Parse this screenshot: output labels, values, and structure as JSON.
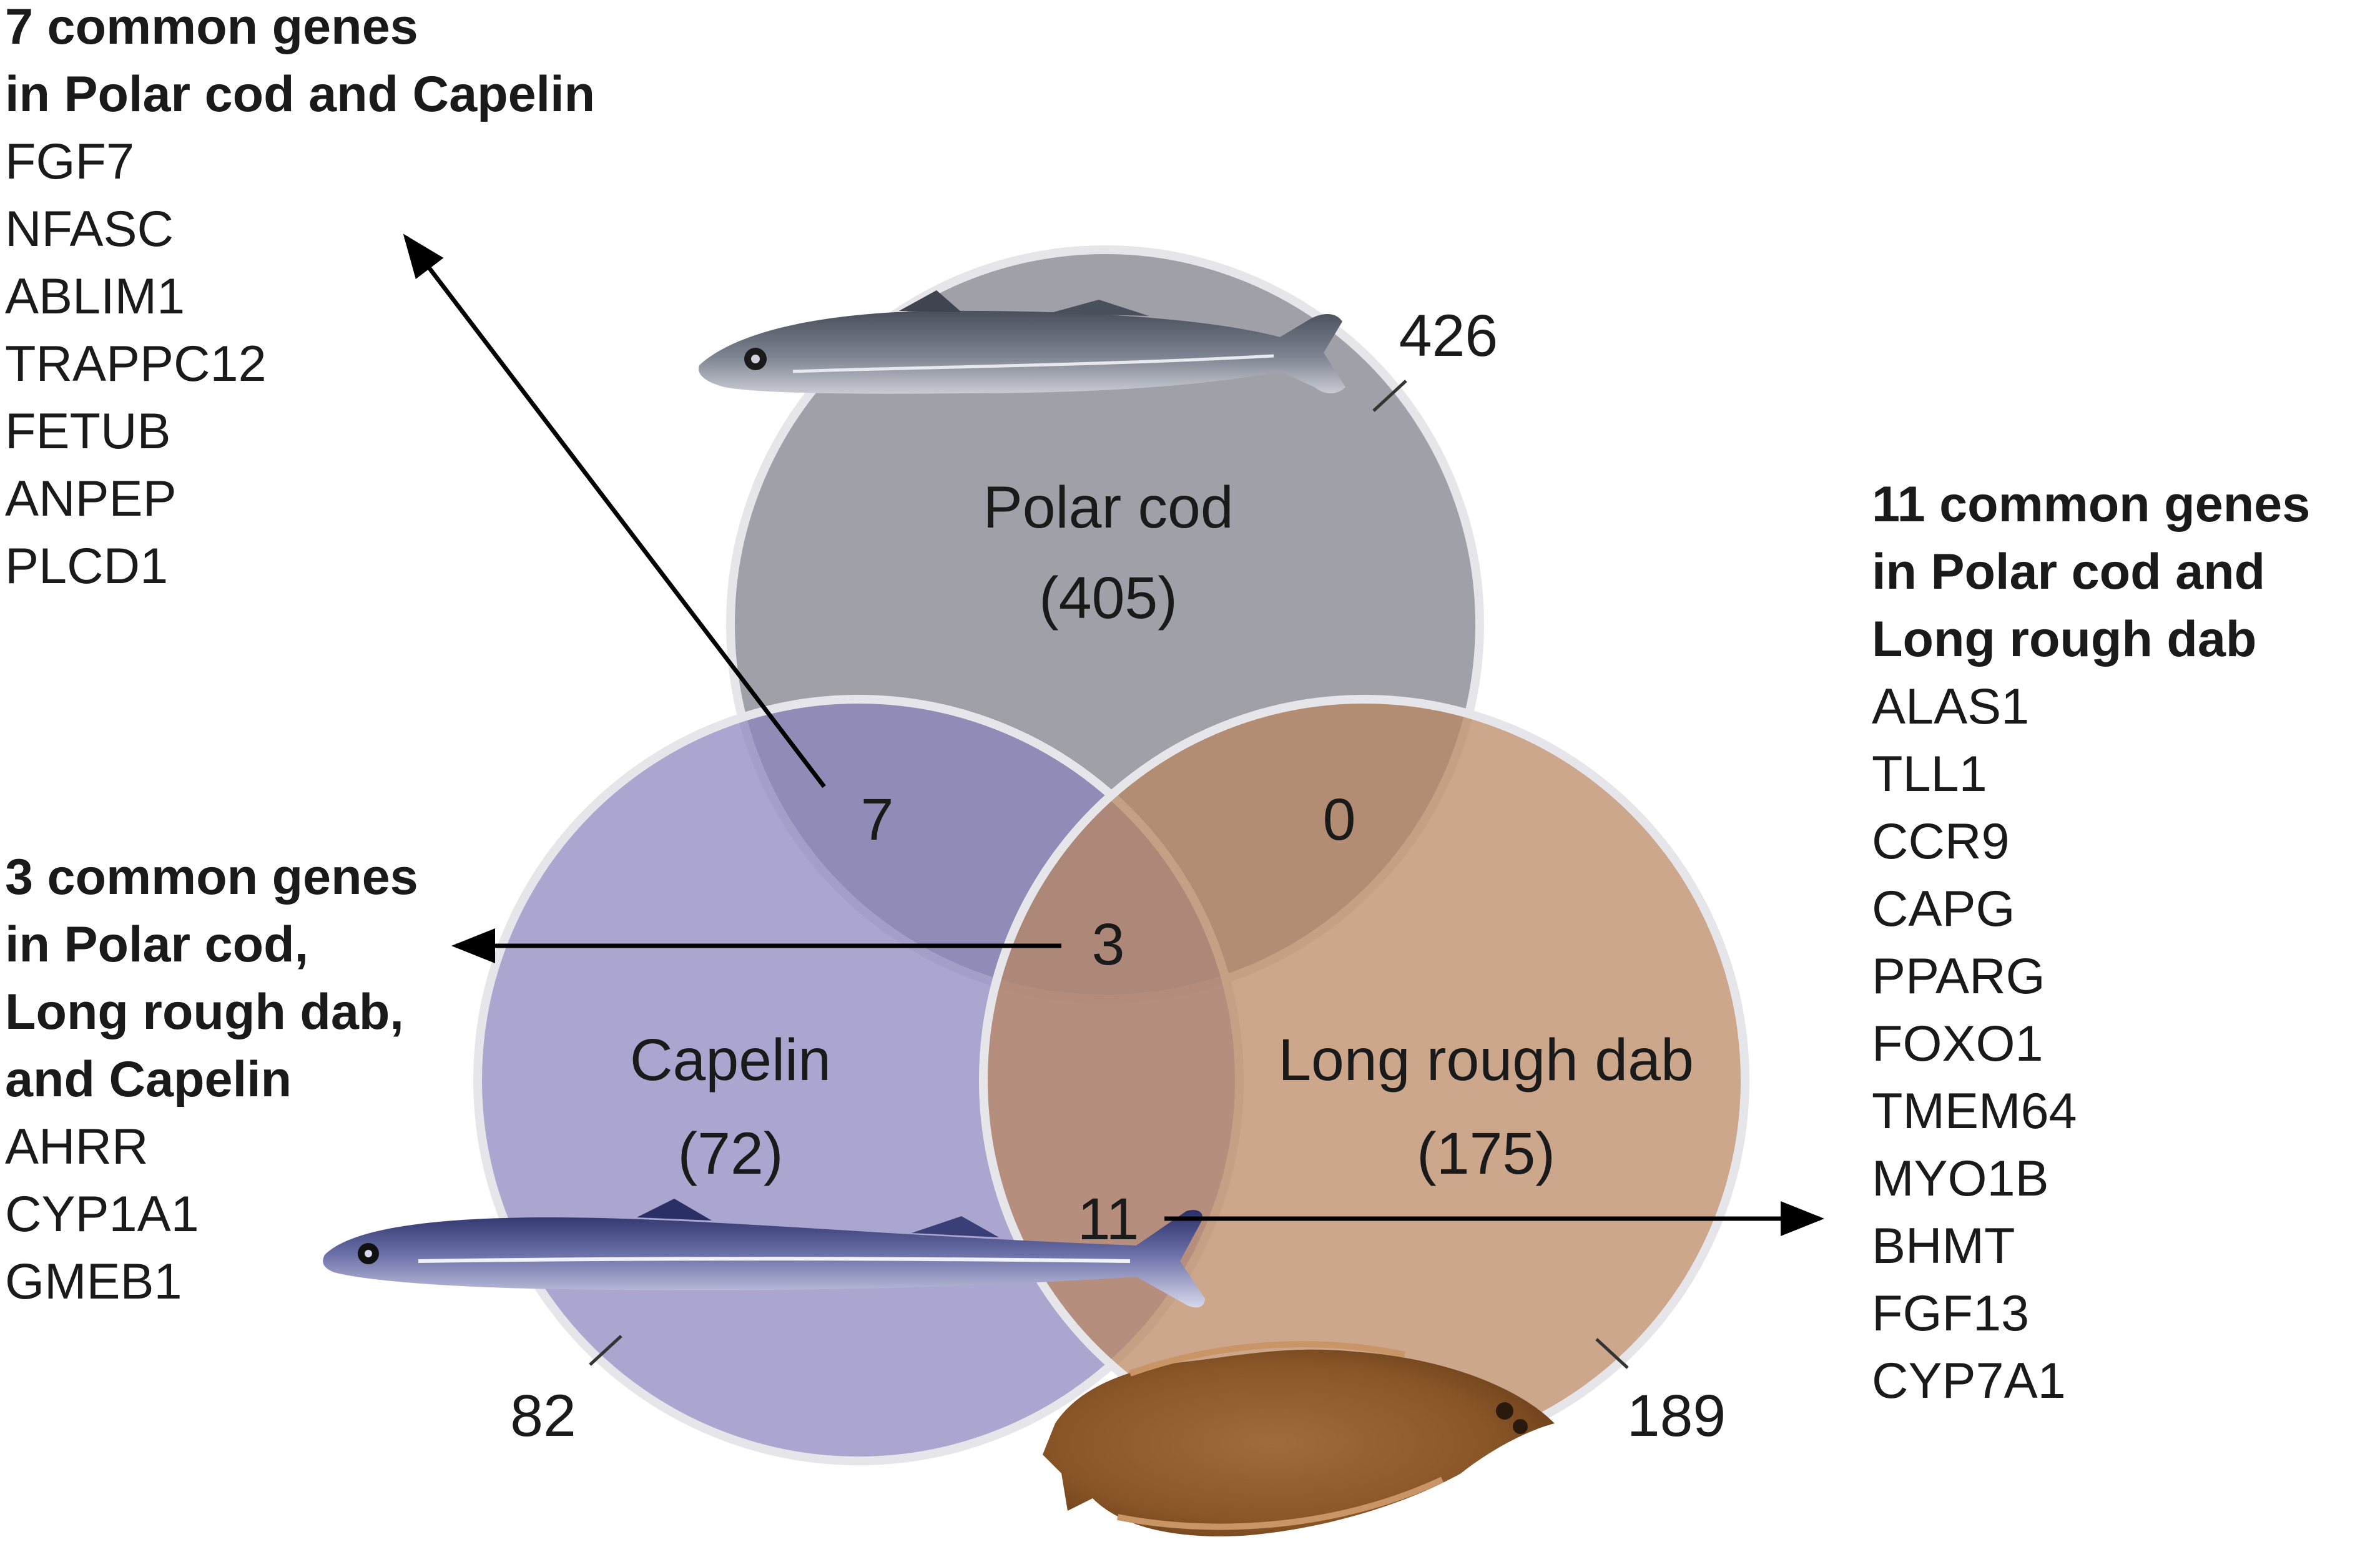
{
  "sets": {
    "polar_cod": {
      "name": "Polar cod",
      "count": "(405)",
      "outside_count": "426",
      "color": "#7b7d86"
    },
    "capelin": {
      "name": "Capelin",
      "count": "(72)",
      "outside_count": "82",
      "color": "#8b83bd"
    },
    "long_rough_dab": {
      "name": "Long rough dab",
      "count": "(175)",
      "outside_count": "189",
      "color": "#b9855e"
    }
  },
  "intersections": {
    "polar_capelin": "7",
    "polar_dab": "0",
    "capelin_dab": "11",
    "all_three": "3"
  },
  "annotations": {
    "top_left": {
      "title": [
        "7 common genes",
        "in Polar cod and Capelin"
      ],
      "genes": [
        "FGF7",
        "NFASC",
        "ABLIM1",
        "TRAPPC12",
        "FETUB",
        "ANPEP",
        "PLCD1"
      ]
    },
    "mid_left": {
      "title": [
        "3 common genes",
        "in Polar cod,",
        "Long rough dab,",
        "and Capelin"
      ],
      "genes": [
        "AHRR",
        "CYP1A1",
        "GMEB1"
      ]
    },
    "right": {
      "title": [
        "11 common genes",
        "in Polar cod and",
        "Long rough dab"
      ],
      "genes": [
        "ALAS1",
        "TLL1",
        "CCR9",
        "CAPG",
        "PPARG",
        "FOXO1",
        "TMEM64",
        "MYO1B",
        "BHMT",
        "FGF13",
        "CYP7A1"
      ]
    }
  },
  "icons": {
    "polar_cod": "polar-cod-fish-icon",
    "capelin": "capelin-fish-icon",
    "long_rough_dab": "flatfish-icon"
  }
}
